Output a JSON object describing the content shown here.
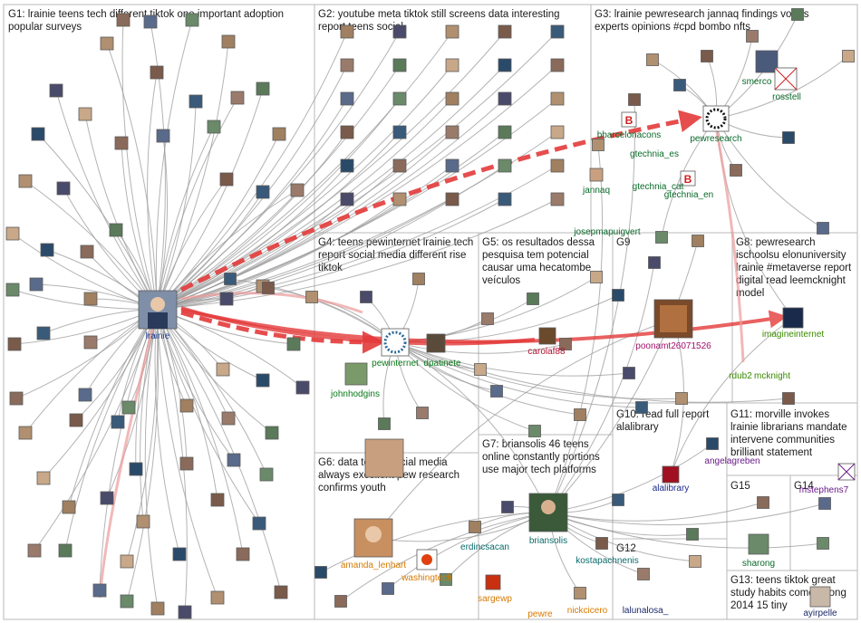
{
  "groups": [
    {
      "id": "G1",
      "title_lines": [
        "G1: lrainie teens tech different tiktok one important adoption",
        "popular surveys"
      ]
    },
    {
      "id": "G2",
      "title_lines": [
        "G2: youtube meta tiktok still screens data interesting",
        "report teens social"
      ]
    },
    {
      "id": "G3",
      "title_lines": [
        "G3: lrainie pewresearch jannaq findings voters",
        "experts opinions #cpd bombo nfts"
      ]
    },
    {
      "id": "G4",
      "title_lines": [
        "G4: teens pewinternet lrainie tech",
        "report social media different rise",
        "tiktok"
      ]
    },
    {
      "id": "G5",
      "title_lines": [
        "G5: os resultados dessa",
        "pesquisa tem potencial",
        "causar uma hecatombe",
        "veículos"
      ]
    },
    {
      "id": "G6",
      "title_lines": [
        "G6: data teens social media",
        "always excellent pew research",
        "confirms youth"
      ]
    },
    {
      "id": "G7",
      "title_lines": [
        "G7: briansolis 46 teens",
        "online constantly portions",
        "use major tech platforms"
      ]
    },
    {
      "id": "G8",
      "title_lines": [
        "G8: pewresearch",
        "ischoolsu elonuniversity",
        "lrainie #metaverse report",
        "digital read leemcknight",
        "model"
      ]
    },
    {
      "id": "G9",
      "title_lines": [
        "G9"
      ]
    },
    {
      "id": "G10",
      "title_lines": [
        "G10: read full report",
        "alalibrary"
      ]
    },
    {
      "id": "G11",
      "title_lines": [
        "G11: morville invokes",
        "lrainie librarians mandate",
        "intervene communities",
        "brilliant statement"
      ]
    },
    {
      "id": "G12",
      "title_lines": [
        "G12"
      ]
    },
    {
      "id": "G13",
      "title_lines": [
        "G13: teens tiktok great",
        "study habits come strong",
        "2014 15 tiny"
      ]
    },
    {
      "id": "G14",
      "title_lines": [
        "G14"
      ]
    },
    {
      "id": "G15",
      "title_lines": [
        "G15"
      ]
    }
  ],
  "nodes": [
    {
      "id": "lrainie",
      "label": "lrainie",
      "color": "#1a3a8a"
    },
    {
      "id": "pewinternet",
      "label": "pewinternet",
      "color": "#0a7a1a"
    },
    {
      "id": "dpatinete",
      "label": "dpatinete",
      "color": "#0a7a1a"
    },
    {
      "id": "johnhodgins",
      "label": "johnhodgins",
      "color": "#0a7a1a"
    },
    {
      "id": "pewresearch",
      "label": "pewresearch",
      "color": "#0a6a2a"
    },
    {
      "id": "bbarcelonacons",
      "label": "bbarcelonacons",
      "color": "#0a6a2a"
    },
    {
      "id": "gtechnia_es",
      "label": "gtechnia_es",
      "color": "#0a6a2a"
    },
    {
      "id": "gtechnia_cat",
      "label": "gtechnia_cat",
      "color": "#0a6a2a"
    },
    {
      "id": "gtechnia_en",
      "label": "gtechnia_en",
      "color": "#0a6a2a"
    },
    {
      "id": "jannaq",
      "label": "jannaq",
      "color": "#0a6a2a"
    },
    {
      "id": "smerco",
      "label": "smerco",
      "color": "#0a6a2a"
    },
    {
      "id": "rosstell",
      "label": "rosstell",
      "color": "#0a6a2a"
    },
    {
      "id": "josepmapuigvert",
      "label": "josepmapuigvert",
      "color": "#0a6a2a"
    },
    {
      "id": "carolaf88",
      "label": "carolaf88",
      "color": "#b01030"
    },
    {
      "id": "poonamt",
      "label": "poonamt26071526",
      "color": "#a0106a"
    },
    {
      "id": "imagineinternet",
      "label": "imagineinternet",
      "color": "#3a8a00"
    },
    {
      "id": "rdub2",
      "label": "rdub2",
      "color": "#3a8a00"
    },
    {
      "id": "mcknight",
      "label": "mcknight",
      "color": "#3a8a00"
    },
    {
      "id": "alalibrary",
      "label": "alalibrary",
      "color": "#1a2a8a"
    },
    {
      "id": "angelagreben",
      "label": "angelagreben",
      "color": "#6a1a8a"
    },
    {
      "id": "mstephens7",
      "label": "mstephens7",
      "color": "#6a1a8a"
    },
    {
      "id": "amanda_lenhart",
      "label": "amanda_lenhart",
      "color": "#d87a00"
    },
    {
      "id": "washingtech",
      "label": "washingtech",
      "color": "#d87a00"
    },
    {
      "id": "sargewp",
      "label": "sargewp",
      "color": "#d87a00"
    },
    {
      "id": "pewre",
      "label": "pewre",
      "color": "#d87a00"
    },
    {
      "id": "nickcicero",
      "label": "nickcicero",
      "color": "#d87a00"
    },
    {
      "id": "briansolis",
      "label": "briansolis",
      "color": "#0a6a6a"
    },
    {
      "id": "erdincsacan",
      "label": "erdincsacan",
      "color": "#0a6a6a"
    },
    {
      "id": "kostapachnenis",
      "label": "kostapachnenis",
      "color": "#0a6a6a"
    },
    {
      "id": "lalunalosa_",
      "label": "lalunalosa_",
      "color": "#1a2a6a"
    },
    {
      "id": "sharong",
      "label": "sharong",
      "color": "#0a6a2a"
    },
    {
      "id": "ayirpelle",
      "label": "ayirpelle",
      "color": "#1a2a6a"
    }
  ]
}
